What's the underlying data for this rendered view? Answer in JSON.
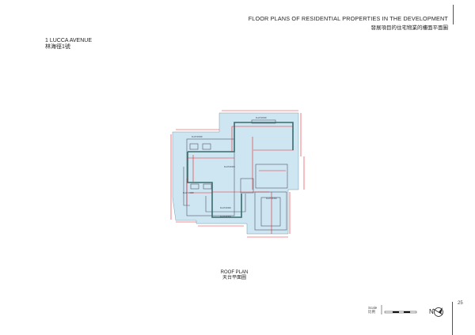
{
  "header": {
    "title_en": "FLOOR PLANS OF RESIDENTIAL PROPERTIES IN THE DEVELOPMENT",
    "title_zh": "發展項目的住宅物業的樓面平面圖"
  },
  "address": {
    "en": "1 LUCCA AVENUE",
    "zh": "林海徑1號"
  },
  "plan": {
    "caption_en": "ROOF PLAN",
    "caption_zh": "天台平面圖",
    "labels": [
      "FLAT ROOF",
      "FLAT ROOF",
      "FLAT ROOF",
      "FLAT ROOF",
      "FLAT ROOF",
      "FLAT ROOF",
      "FLAT ROOF"
    ],
    "fill_color": "#cde6f2",
    "dimension_color": "#e8232a"
  },
  "scale": {
    "label_en": "Scale",
    "label_zh": "比例"
  },
  "north_label": "N",
  "page_number": "25"
}
